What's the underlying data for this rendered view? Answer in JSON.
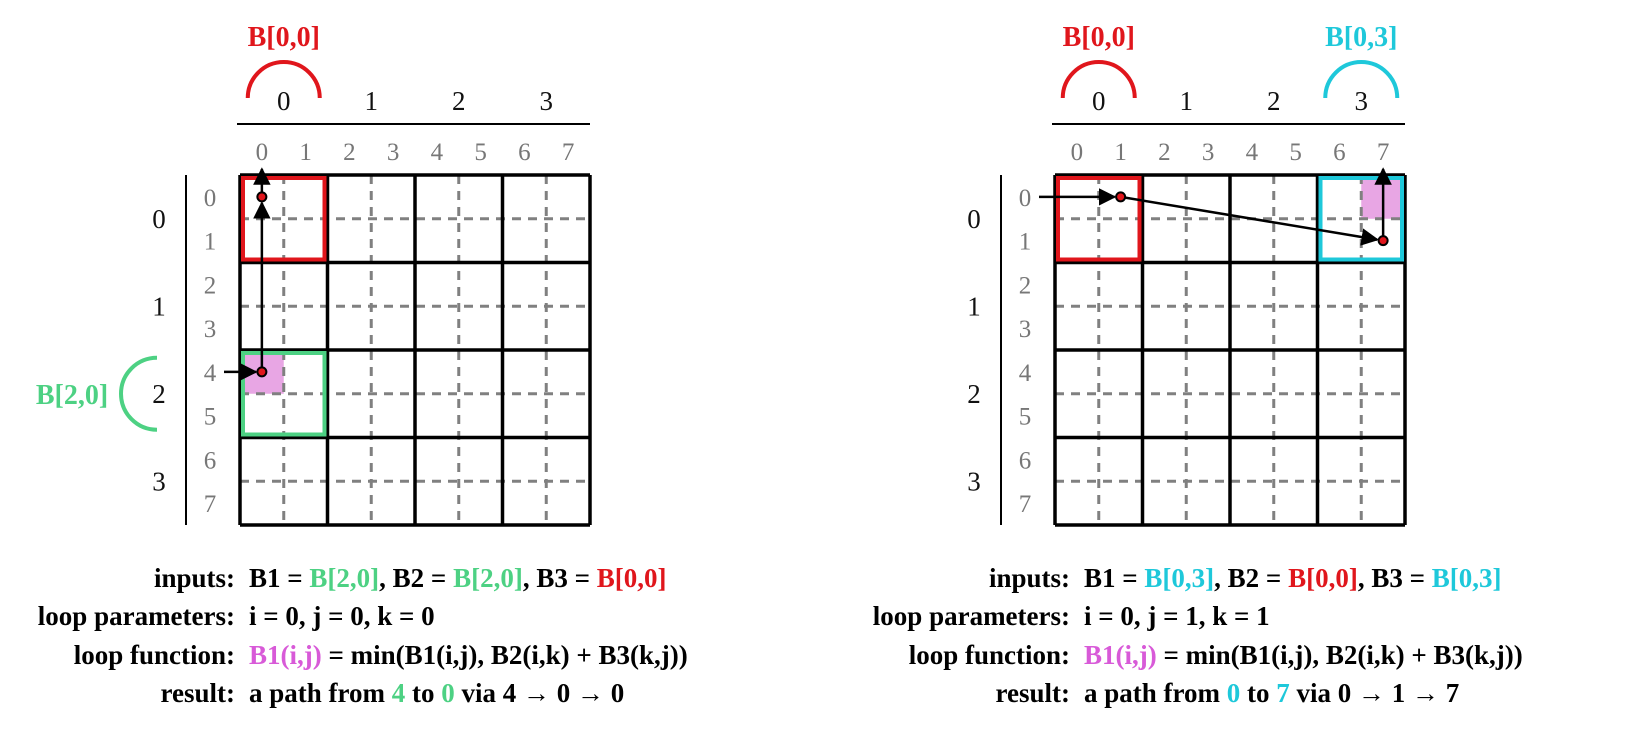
{
  "colors": {
    "red": "#e0161c",
    "green": "#4dd183",
    "cyan": "#1ec8da",
    "magenta": "#d85ad8",
    "highlight_fill": "#e8a6e4",
    "grid_line": "#000000",
    "dashed_line": "#808080",
    "fine_label": "#777777"
  },
  "axes": {
    "block_labels": [
      "0",
      "1",
      "2",
      "3"
    ],
    "fine_labels": [
      "0",
      "1",
      "2",
      "3",
      "4",
      "5",
      "6",
      "7"
    ]
  },
  "caption_labels": {
    "inputs": "inputs:",
    "loop_parameters": "loop parameters:",
    "loop_function": "loop function:",
    "result": "result:"
  },
  "panels": [
    {
      "block_markers": [
        {
          "text": "B[0,0]",
          "color": "red",
          "side": "top",
          "index": 0
        },
        {
          "text": "B[2,0]",
          "color": "green",
          "side": "left",
          "index": 2
        }
      ],
      "block_outlines": [
        {
          "row": 0,
          "col": 0,
          "color": "red"
        },
        {
          "row": 2,
          "col": 0,
          "color": "green"
        }
      ],
      "highlight_cell": {
        "row": 4,
        "col": 0
      },
      "path_points": [
        {
          "row": 4,
          "col": 0
        },
        {
          "row": 0,
          "col": 0
        }
      ],
      "entry_arrow": {
        "row": 4,
        "from": "left"
      },
      "exit_arrow": {
        "col": 0,
        "to": "top"
      },
      "inputs": {
        "b1_label": "B1 = ",
        "b1_value": "B[2,0]",
        "b2_label": ", B2 = ",
        "b2_value": "B[2,0]",
        "b3_label": ", B3 = ",
        "b3_value": "B[0,0]"
      },
      "loop_parameters": "i = 0, j = 0, k = 0",
      "loop_function": {
        "lhs": "B1(i,j)",
        "rhs": " = min(B1(i,j), B2(i,k) + B3(k,j))"
      },
      "result": {
        "prefix": "a path from ",
        "from": "4",
        "middle": " to ",
        "to": "0",
        "suffix": " via 4 → 0 → 0"
      }
    },
    {
      "block_markers": [
        {
          "text": "B[0,0]",
          "color": "red",
          "side": "top",
          "index": 0
        },
        {
          "text": "B[0,3]",
          "color": "cyan",
          "side": "top",
          "index": 3
        }
      ],
      "block_outlines": [
        {
          "row": 0,
          "col": 0,
          "color": "red"
        },
        {
          "row": 0,
          "col": 3,
          "color": "cyan"
        }
      ],
      "highlight_cell": {
        "row": 0,
        "col": 7
      },
      "path_points": [
        {
          "row": 0,
          "col": 1
        },
        {
          "row": 1,
          "col": 7
        }
      ],
      "entry_arrow": {
        "row": 0,
        "from": "left"
      },
      "exit_arrow": {
        "col": 7,
        "to": "top"
      },
      "inputs": {
        "b1_label": "B1 = ",
        "b1_value": "B[0,3]",
        "b2_label": ", B2 = ",
        "b2_value": "B[0,0]",
        "b3_label": ", B3 = ",
        "b3_value": "B[0,3]"
      },
      "loop_parameters": "i = 0, j = 1, k = 1",
      "loop_function": {
        "lhs": "B1(i,j)",
        "rhs": " = min(B1(i,j), B2(i,k) + B3(k,j))"
      },
      "result": {
        "prefix": "a path from ",
        "from": "0",
        "middle": " to ",
        "to": "7",
        "suffix": " via 0 → 1 → 7"
      }
    }
  ]
}
